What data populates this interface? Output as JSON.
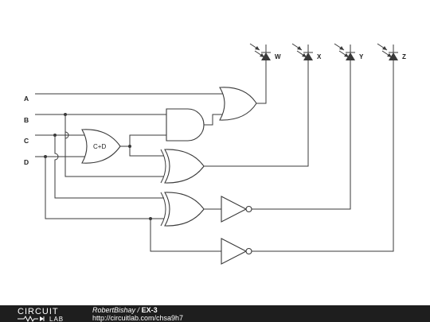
{
  "inputs": [
    "A",
    "B",
    "C",
    "D"
  ],
  "outputs": [
    "W",
    "X",
    "Y",
    "Z"
  ],
  "or_gate_label": "C+D",
  "footer": {
    "logo_top": "CIRCUIT",
    "logo_bottom": "LAB",
    "author": "RobertBishay",
    "separator": "/",
    "title": "EX-3",
    "url": "http://circuitlab.com/chsa9h7"
  },
  "colors": {
    "wire": "#3a3a3a",
    "footer_bg": "#1e1e1e",
    "footer_text": "#ffffff"
  }
}
